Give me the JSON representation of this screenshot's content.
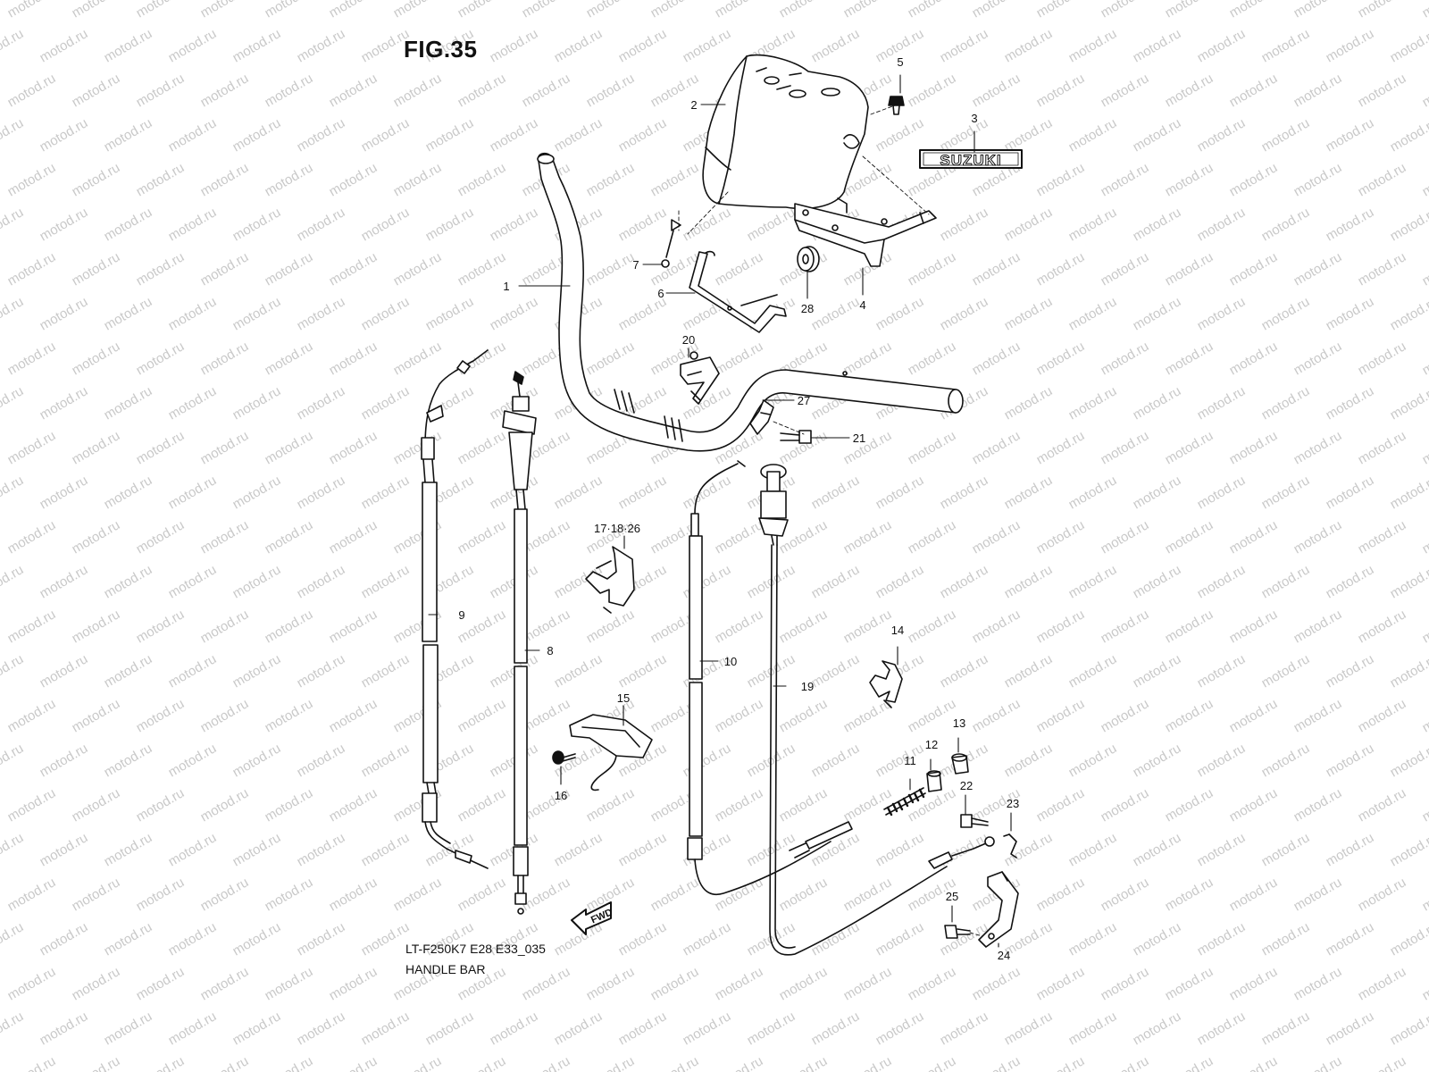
{
  "figure": {
    "title": "FIG.35",
    "model_code": "LT-F250K7 E28 E33_035",
    "section_name": "HANDLE BAR",
    "watermark": "motod.ru",
    "emblem_text": "SUZUKI",
    "fwd_text": "FWD"
  },
  "callouts": [
    {
      "id": "c1",
      "label": "1"
    },
    {
      "id": "c2",
      "label": "2"
    },
    {
      "id": "c3",
      "label": "3"
    },
    {
      "id": "c4",
      "label": "4"
    },
    {
      "id": "c5",
      "label": "5"
    },
    {
      "id": "c6",
      "label": "6"
    },
    {
      "id": "c7",
      "label": "7"
    },
    {
      "id": "c8",
      "label": "8"
    },
    {
      "id": "c9",
      "label": "9"
    },
    {
      "id": "c10",
      "label": "10"
    },
    {
      "id": "c11",
      "label": "11"
    },
    {
      "id": "c12",
      "label": "12"
    },
    {
      "id": "c13",
      "label": "13"
    },
    {
      "id": "c14",
      "label": "14"
    },
    {
      "id": "c15",
      "label": "15"
    },
    {
      "id": "c16",
      "label": "16"
    },
    {
      "id": "c17",
      "label": "17·18·26"
    },
    {
      "id": "c19",
      "label": "19"
    },
    {
      "id": "c20",
      "label": "20"
    },
    {
      "id": "c21",
      "label": "21"
    },
    {
      "id": "c22",
      "label": "22"
    },
    {
      "id": "c23",
      "label": "23"
    },
    {
      "id": "c24",
      "label": "24"
    },
    {
      "id": "c25",
      "label": "25"
    },
    {
      "id": "c27",
      "label": "27"
    },
    {
      "id": "c28",
      "label": "28"
    }
  ]
}
